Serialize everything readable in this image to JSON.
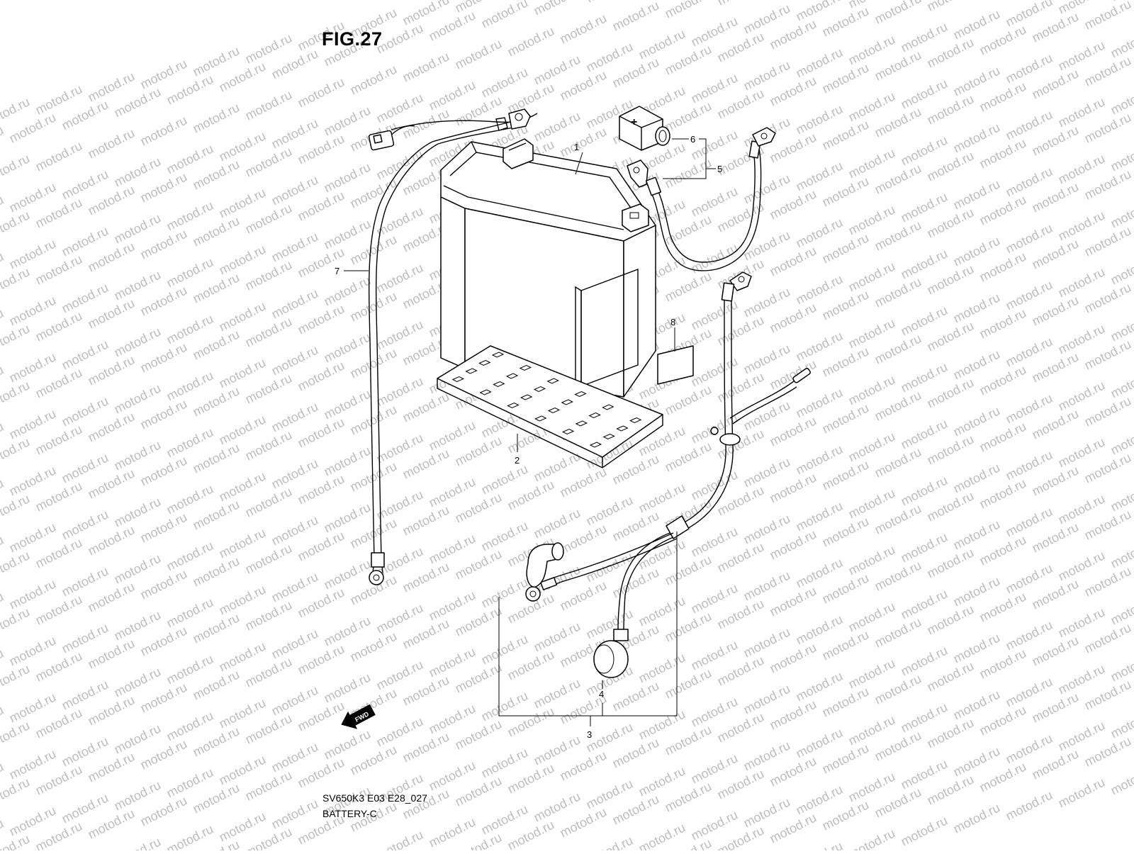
{
  "figure": {
    "title": "FIG.27",
    "code": "SV650K3 E03 E28_027",
    "name": "BATTERY-C",
    "watermark": "motod.ru"
  },
  "fwd_arrow": {
    "text": "FWD"
  },
  "battery_terminal_cap": {
    "symbol": "+"
  },
  "callouts": [
    {
      "id": "1",
      "label": "1"
    },
    {
      "id": "2",
      "label": "2"
    },
    {
      "id": "3",
      "label": "3"
    },
    {
      "id": "4",
      "label": "4"
    },
    {
      "id": "5",
      "label": "5"
    },
    {
      "id": "6",
      "label": "6"
    },
    {
      "id": "7",
      "label": "7"
    },
    {
      "id": "8",
      "label": "8"
    }
  ]
}
